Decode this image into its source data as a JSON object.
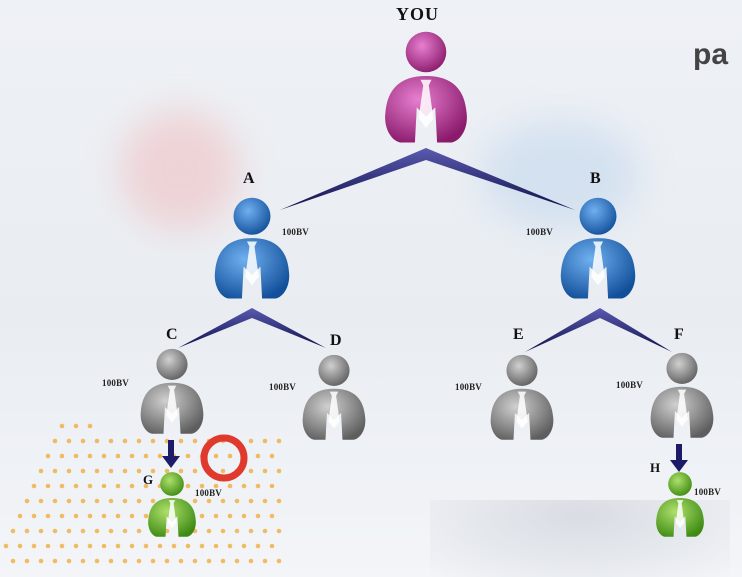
{
  "heading_fragment": "pa",
  "root_label": "YOU",
  "bv_text": "100BV",
  "nodes": {
    "A": {
      "label": "A",
      "bv": "100BV"
    },
    "B": {
      "label": "B",
      "bv": "100BV"
    },
    "C": {
      "label": "C",
      "bv": "100BV"
    },
    "D": {
      "label": "D",
      "bv": "100BV"
    },
    "E": {
      "label": "E",
      "bv": "100BV"
    },
    "F": {
      "label": "F",
      "bv": "100BV"
    },
    "G": {
      "label": "G",
      "bv": "100BV"
    },
    "H": {
      "label": "H",
      "bv": "100BV"
    }
  },
  "colors": {
    "root": "#a0267f",
    "level1": "#1f6fbf",
    "level2": "#8a8a8a",
    "level3": "#6bb52a",
    "connector": "#1b1b6a",
    "highlight": "#e03a2c",
    "dots": "#f0b048"
  }
}
